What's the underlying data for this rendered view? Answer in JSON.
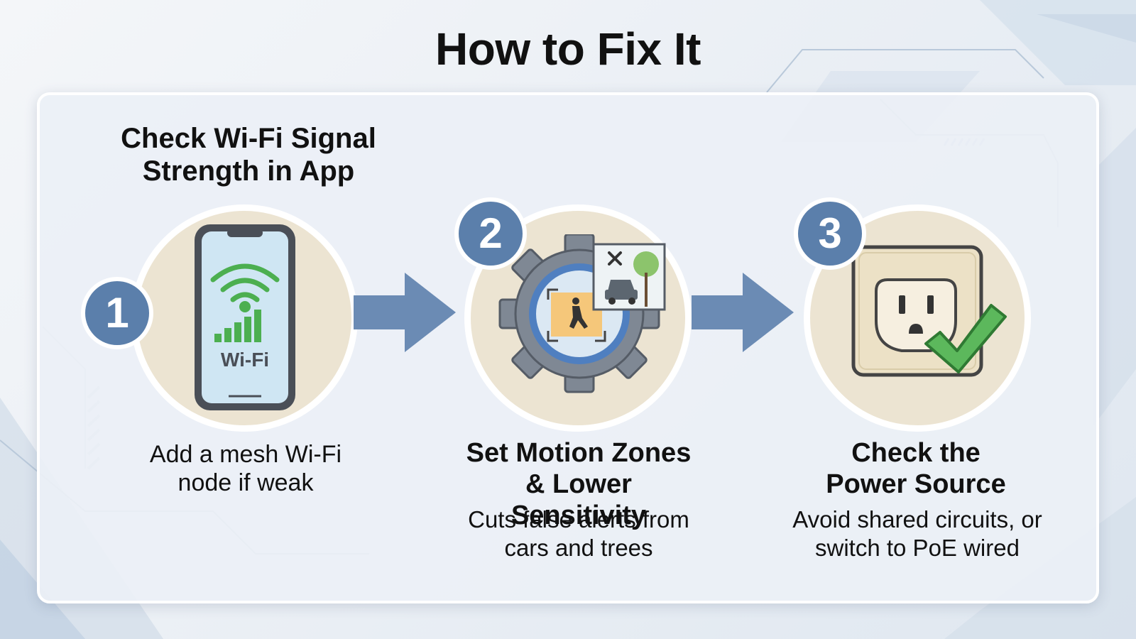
{
  "title": "How to Fix It",
  "steps": [
    {
      "number": "1",
      "heading": "Check Wi-Fi Signal Strength in App",
      "text": "Add a mesh Wi-Fi node if weak",
      "icon": "phone-wifi-icon",
      "phone_label": "Wi-Fi"
    },
    {
      "number": "2",
      "heading": "Set Motion Zones & Lower Sensitivity",
      "text": "Cuts false alerts from cars and trees",
      "icon": "gear-motion-zone-icon"
    },
    {
      "number": "3",
      "heading": "Check the Power Source",
      "text": "Avoid shared circuits, or switch to PoE wired",
      "icon": "power-outlet-check-icon"
    }
  ],
  "colors": {
    "accent_blue": "#5b7fab",
    "circle_fill": "#ece4d2",
    "wifi_green": "#4caf50",
    "check_green": "#5cb85c"
  }
}
